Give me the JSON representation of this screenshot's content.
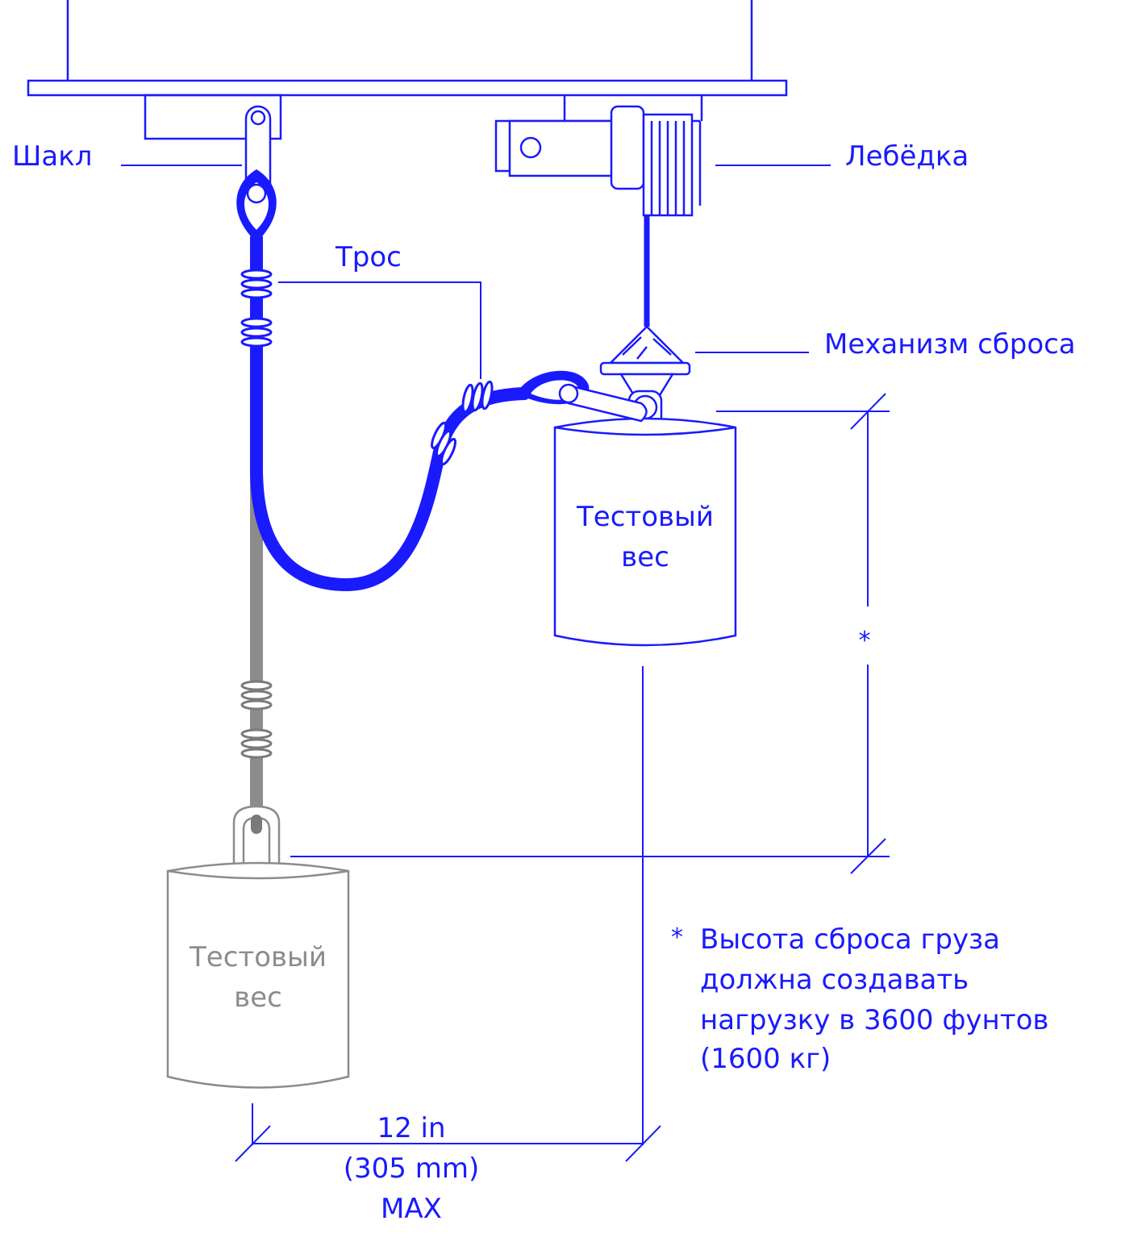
{
  "colors": {
    "primary": "#1a1aff",
    "gray": "#8c8c8c",
    "background": "#ffffff"
  },
  "labels": {
    "shackle": "Шакл",
    "winch": "Лебёдка",
    "cable": "Трос",
    "release": "Механизм сброса",
    "weight_top_line1": "Тестовый",
    "weight_top_line2": "вес",
    "weight_bottom_line1": "Тестовый",
    "weight_bottom_line2": "вес",
    "asterisk_marker": "*"
  },
  "note": {
    "asterisk": "*",
    "line1": "Высота сброса груза",
    "line2": "должна создавать",
    "line3": "нагрузку в 3600 фунтов",
    "line4": "(1600 кг)"
  },
  "dimension": {
    "line1": "12 in",
    "line2": "(305 mm)",
    "line3": "MAX"
  }
}
